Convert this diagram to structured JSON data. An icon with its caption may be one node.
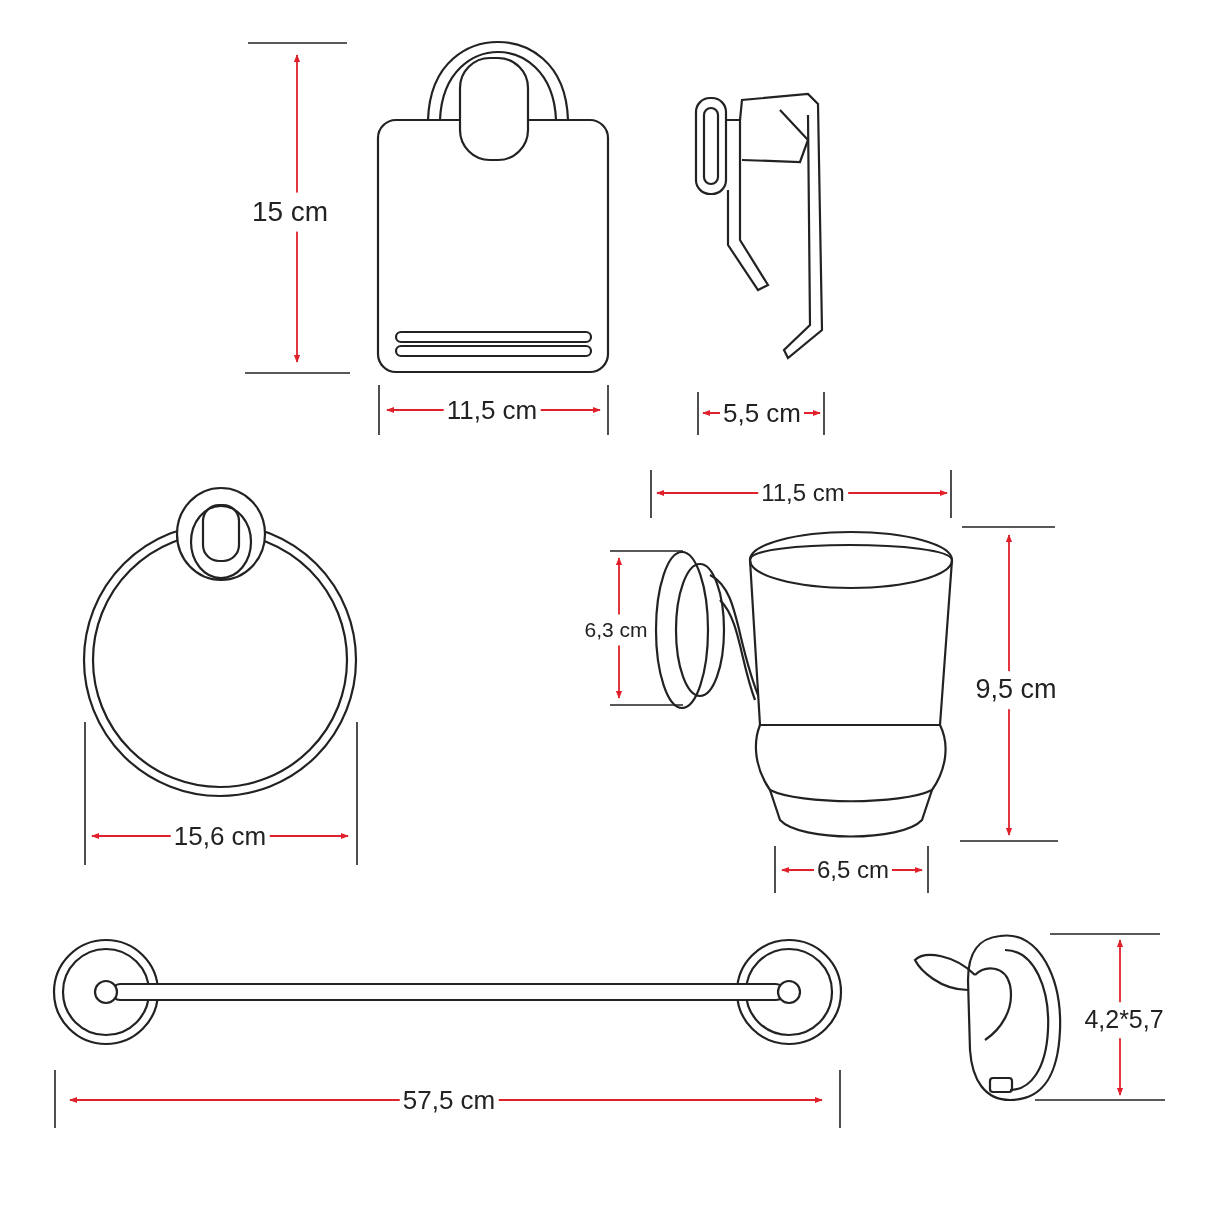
{
  "diagram": {
    "labels": [
      "15 cm",
      "11,5 cm",
      "5,5 cm",
      "11,5 cm",
      "6,3 cm",
      "9,5 cm",
      "15,6 cm",
      "6,5 cm",
      "57,5 cm",
      "4,2*5,7"
    ]
  }
}
